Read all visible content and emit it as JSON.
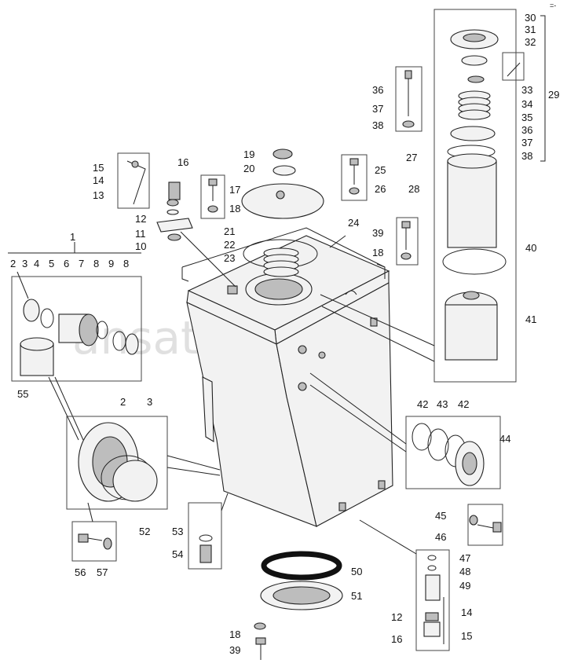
{
  "watermark": "ansat-parts.ru",
  "corner_mark": "=-",
  "callouts": [
    {
      "key": "c30",
      "text": "30"
    },
    {
      "key": "c31",
      "text": "31"
    },
    {
      "key": "c32",
      "text": "32"
    },
    {
      "key": "c33",
      "text": "33"
    },
    {
      "key": "c34",
      "text": "34"
    },
    {
      "key": "c35",
      "text": "35"
    },
    {
      "key": "c36r",
      "text": "36"
    },
    {
      "key": "c37r",
      "text": "37"
    },
    {
      "key": "c38r",
      "text": "38"
    },
    {
      "key": "c29",
      "text": "29"
    },
    {
      "key": "c36",
      "text": "36"
    },
    {
      "key": "c37",
      "text": "37"
    },
    {
      "key": "c38",
      "text": "38"
    },
    {
      "key": "c27",
      "text": "27"
    },
    {
      "key": "c28",
      "text": "28"
    },
    {
      "key": "c40",
      "text": "40"
    },
    {
      "key": "c41",
      "text": "41"
    },
    {
      "key": "c39",
      "text": "39"
    },
    {
      "key": "c18a",
      "text": "18"
    },
    {
      "key": "c19",
      "text": "19"
    },
    {
      "key": "c20",
      "text": "20"
    },
    {
      "key": "c25",
      "text": "25"
    },
    {
      "key": "c26",
      "text": "26"
    },
    {
      "key": "c21",
      "text": "21"
    },
    {
      "key": "c22",
      "text": "22"
    },
    {
      "key": "c23",
      "text": "23"
    },
    {
      "key": "c24",
      "text": "24"
    },
    {
      "key": "c15",
      "text": "15"
    },
    {
      "key": "c14",
      "text": "14"
    },
    {
      "key": "c13",
      "text": "13"
    },
    {
      "key": "c16",
      "text": "16"
    },
    {
      "key": "c17",
      "text": "17"
    },
    {
      "key": "c18b",
      "text": "18"
    },
    {
      "key": "c12",
      "text": "12"
    },
    {
      "key": "c11",
      "text": "11"
    },
    {
      "key": "c10",
      "text": "10"
    },
    {
      "key": "c1",
      "text": "1"
    },
    {
      "key": "c2",
      "text": "2"
    },
    {
      "key": "c3",
      "text": "3"
    },
    {
      "key": "c4",
      "text": "4"
    },
    {
      "key": "c5",
      "text": "5"
    },
    {
      "key": "c6",
      "text": "6"
    },
    {
      "key": "c7",
      "text": "7"
    },
    {
      "key": "c8a",
      "text": "8"
    },
    {
      "key": "c9",
      "text": "9"
    },
    {
      "key": "c8b",
      "text": "8"
    },
    {
      "key": "c55",
      "text": "55"
    },
    {
      "key": "c2b",
      "text": "2"
    },
    {
      "key": "c3b",
      "text": "3"
    },
    {
      "key": "c52",
      "text": "52"
    },
    {
      "key": "c56",
      "text": "56"
    },
    {
      "key": "c57",
      "text": "57"
    },
    {
      "key": "c53",
      "text": "53"
    },
    {
      "key": "c54",
      "text": "54"
    },
    {
      "key": "c42a",
      "text": "42"
    },
    {
      "key": "c43",
      "text": "43"
    },
    {
      "key": "c42b",
      "text": "42"
    },
    {
      "key": "c44",
      "text": "44"
    },
    {
      "key": "c45",
      "text": "45"
    },
    {
      "key": "c46",
      "text": "46"
    },
    {
      "key": "c47",
      "text": "47"
    },
    {
      "key": "c48",
      "text": "48"
    },
    {
      "key": "c49",
      "text": "49"
    },
    {
      "key": "c12b",
      "text": "12"
    },
    {
      "key": "c14b",
      "text": "14"
    },
    {
      "key": "c16b",
      "text": "16"
    },
    {
      "key": "c15b",
      "text": "15"
    },
    {
      "key": "c50",
      "text": "50"
    },
    {
      "key": "c51",
      "text": "51"
    },
    {
      "key": "c18c",
      "text": "18"
    },
    {
      "key": "c39b",
      "text": "39"
    }
  ]
}
